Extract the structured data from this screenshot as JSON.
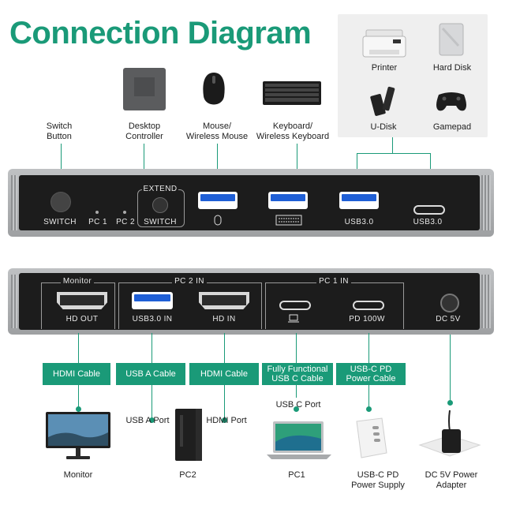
{
  "title": "Connection Diagram",
  "top_devices": {
    "printer": "Printer",
    "hard_disk": "Hard Disk",
    "u_disk": "U-Disk",
    "gamepad": "Gamepad"
  },
  "top_labels": {
    "switch_button": "Switch\nButton",
    "desktop_controller": "Desktop\nController",
    "mouse": "Mouse/\nWireless Mouse",
    "keyboard": "Keyboard/\nWireless Keyboard"
  },
  "front_panel": {
    "switch": "SWITCH",
    "pc1": "PC 1",
    "pc2": "PC 2",
    "extend": "EXTEND",
    "extend_switch": "SWITCH",
    "usb3_a": "USB3.0",
    "usb3_c": "USB3.0"
  },
  "back_panel": {
    "monitor": "Monitor",
    "pc2_in": "PC 2 IN",
    "pc1_in": "PC 1 IN",
    "hd_out": "HD OUT",
    "usb30_in": "USB3.0 IN",
    "hd_in": "HD IN",
    "pd_100w": "PD 100W",
    "dc_5v": "DC 5V"
  },
  "cables": {
    "hdmi1": "HDMI Cable",
    "usba": "USB A Cable",
    "hdmi2": "HDMI Cable",
    "usbc": "Fully Functional\nUSB C Cable",
    "usbc_pd": "USB-C PD\nPower Cable"
  },
  "ports_labels": {
    "usb_a_port": "USB A Port",
    "hdmi_port": "HDMI Port",
    "usb_c_port": "USB C Port"
  },
  "bottom_devices": {
    "monitor": "Monitor",
    "pc2": "PC2",
    "pc1": "PC1",
    "power_supply": "USB-C PD\nPower Supply",
    "adapter": "DC 5V Power\nAdapter"
  },
  "colors": {
    "accent": "#1a9a78",
    "usb_blue": "#1f5fd6",
    "device_body": "#1c1c1c"
  }
}
